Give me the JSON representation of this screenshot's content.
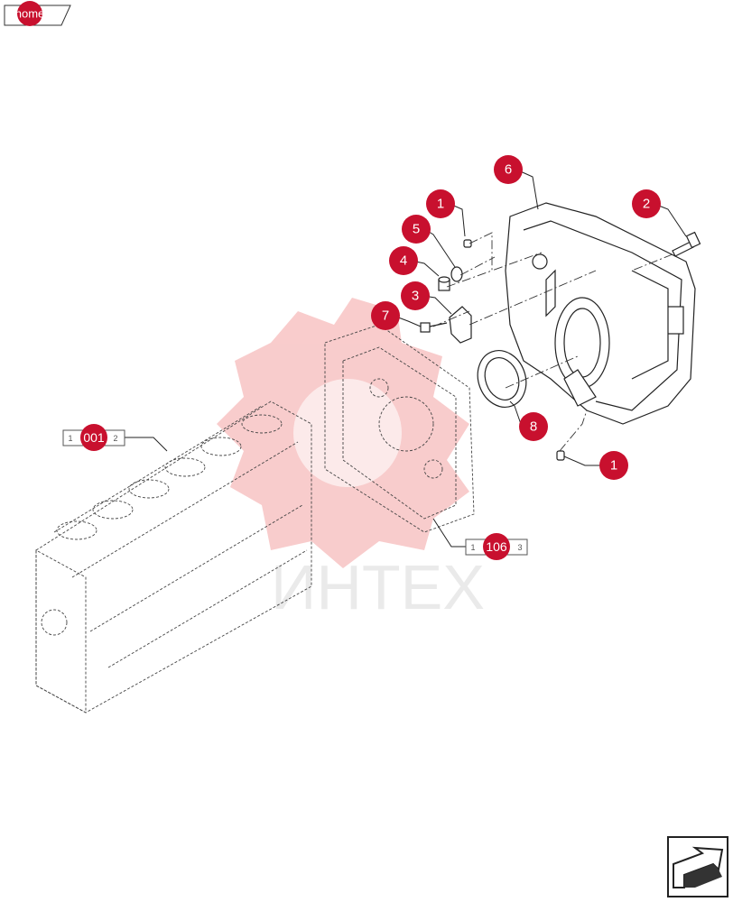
{
  "nav": {
    "home_label": "home",
    "next_page_icon": "arrow-page-icon"
  },
  "watermark": {
    "text": "ИНТЕХ",
    "color": "#f4a3a3"
  },
  "colors": {
    "callout": "#c8102e",
    "line": "#222222"
  },
  "callouts": [
    {
      "id": "c1a",
      "label": "1"
    },
    {
      "id": "c2",
      "label": "2"
    },
    {
      "id": "c3",
      "label": "3"
    },
    {
      "id": "c4",
      "label": "4"
    },
    {
      "id": "c5",
      "label": "5"
    },
    {
      "id": "c6",
      "label": "6"
    },
    {
      "id": "c7",
      "label": "7"
    },
    {
      "id": "c8",
      "label": "8"
    },
    {
      "id": "c1b",
      "label": "1"
    }
  ],
  "references": [
    {
      "id": "r001",
      "label": "001",
      "left_mark": "1",
      "right_mark": "2"
    },
    {
      "id": "r106",
      "label": "106",
      "left_mark": "1",
      "right_mark": "3"
    }
  ]
}
